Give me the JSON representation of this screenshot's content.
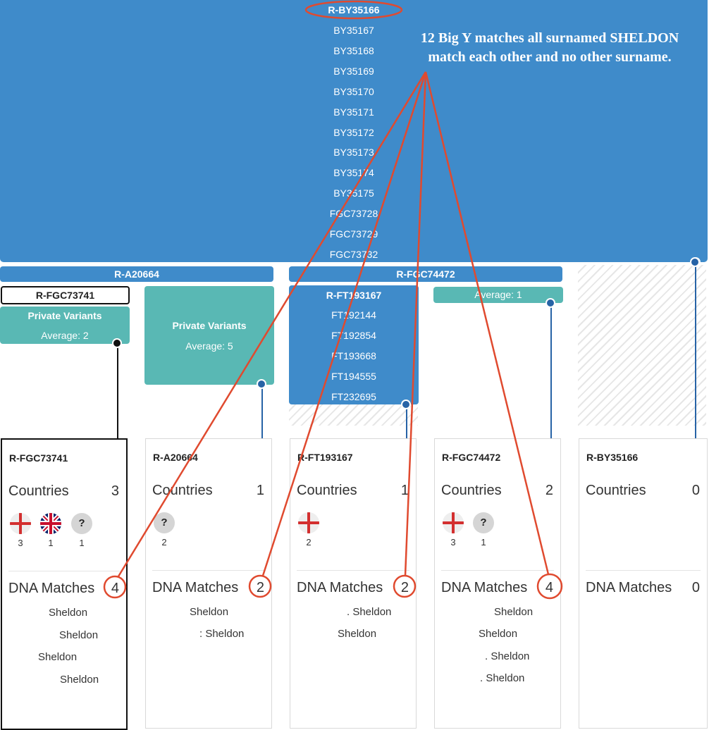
{
  "top_block": {
    "title": "R-BY35166",
    "snps": [
      "BY35167",
      "BY35168",
      "BY35169",
      "BY35170",
      "BY35171",
      "BY35172",
      "BY35173",
      "BY35174",
      "BY35175",
      "FGC73728",
      "FGC73729",
      "FGC73732"
    ]
  },
  "annotation": {
    "line1": "12 Big Y matches all surnamed SHELDON",
    "line2": "match each other and no other surname."
  },
  "branches": {
    "a20664": "R-A20664",
    "fgc74472": "R-FGC74472"
  },
  "nodes": {
    "fgc73741_title": "R-FGC73741",
    "private1_title": "Private Variants",
    "private1_avg": "Average: 2",
    "private2_title": "Private Variants",
    "private2_avg": "Average: 5",
    "ft193167_title": "R-FT193167",
    "ft193167_snps": [
      "FT192144",
      "FT192854",
      "FT193668",
      "FT194555",
      "FT232695"
    ],
    "avg1": "Average: 1"
  },
  "cards": [
    {
      "title": "R-FGC73741",
      "countries_label": "Countries",
      "countries_count": "3",
      "flags": [
        {
          "type": "england",
          "count": "3"
        },
        {
          "type": "uk",
          "count": "1"
        },
        {
          "type": "unknown",
          "count": "1"
        }
      ],
      "matches_label": "DNA Matches",
      "matches_count": "4",
      "matches": [
        "Sheldon",
        "Sheldon",
        "Sheldon",
        "Sheldon"
      ]
    },
    {
      "title": "R-A20664",
      "countries_label": "Countries",
      "countries_count": "1",
      "flags": [
        {
          "type": "unknown",
          "count": "2"
        }
      ],
      "matches_label": "DNA Matches",
      "matches_count": "2",
      "matches": [
        "Sheldon",
        ": Sheldon"
      ]
    },
    {
      "title": "R-FT193167",
      "countries_label": "Countries",
      "countries_count": "1",
      "flags": [
        {
          "type": "england",
          "count": "2"
        }
      ],
      "matches_label": "DNA Matches",
      "matches_count": "2",
      "matches": [
        ". Sheldon",
        "Sheldon"
      ]
    },
    {
      "title": "R-FGC74472",
      "countries_label": "Countries",
      "countries_count": "2",
      "flags": [
        {
          "type": "england",
          "count": "3"
        },
        {
          "type": "unknown",
          "count": "1"
        }
      ],
      "matches_label": "DNA Matches",
      "matches_count": "4",
      "matches": [
        "Sheldon",
        "Sheldon",
        ". Sheldon",
        ". Sheldon"
      ]
    },
    {
      "title": "R-BY35166",
      "countries_label": "Countries",
      "countries_count": "0",
      "flags": [],
      "matches_label": "DNA Matches",
      "matches_count": "0",
      "matches": []
    }
  ],
  "flag_symbols": {
    "unknown": "?"
  },
  "colors": {
    "blue": "#3f8bca",
    "teal": "#59b8b4",
    "dark_blue": "#2763a6",
    "annotation_red": "#e04a2f"
  }
}
